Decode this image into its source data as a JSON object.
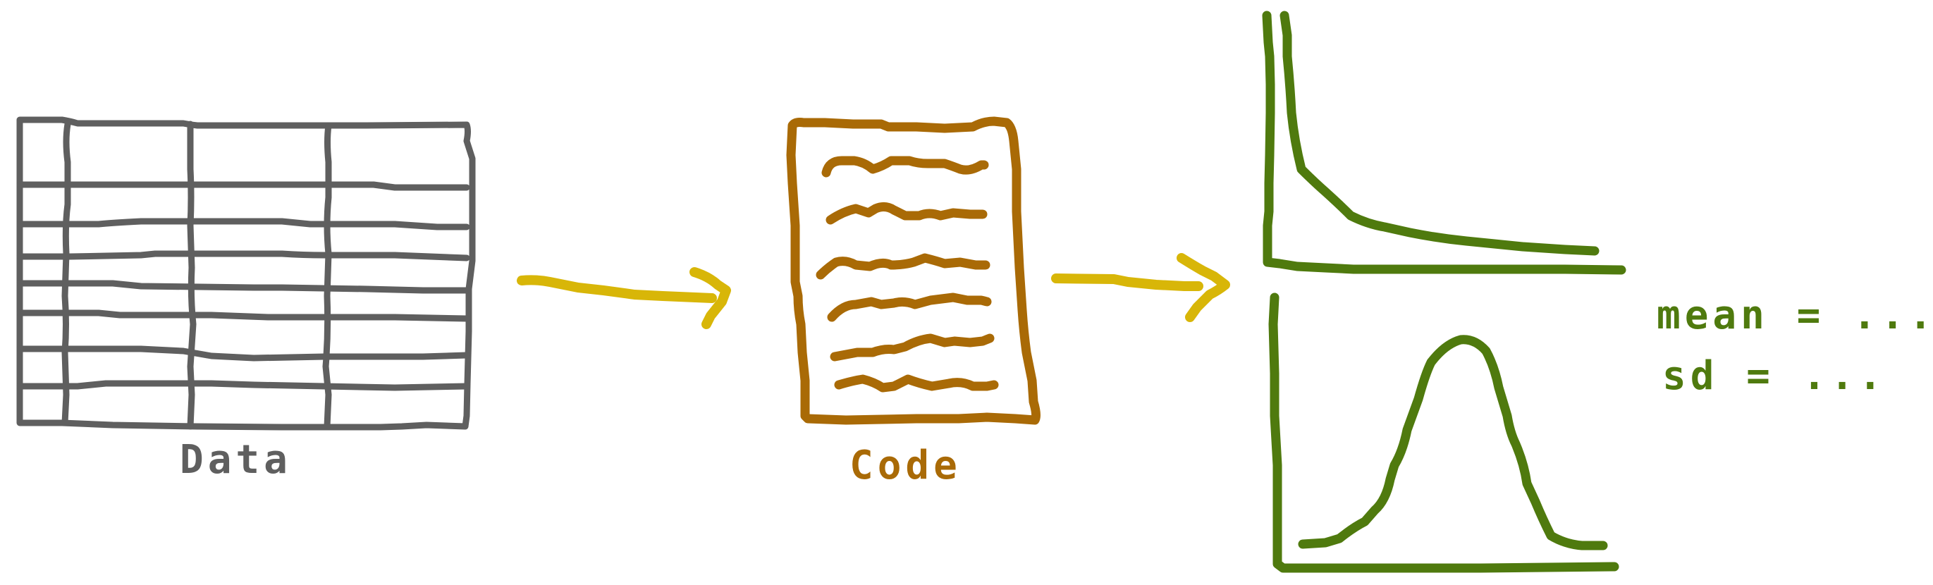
{
  "labels": {
    "data": "Data",
    "code": "Code",
    "mean": "mean = ...",
    "sd": "sd = ..."
  },
  "colors": {
    "table": "#5f5f5f",
    "code": "#a96a06",
    "arrow": "#d8b608",
    "plots": "#4f7a0e"
  },
  "icons": [
    "data-table-icon",
    "arrow-icon",
    "code-document-icon",
    "decay-curve-plot-icon",
    "bell-curve-plot-icon"
  ]
}
